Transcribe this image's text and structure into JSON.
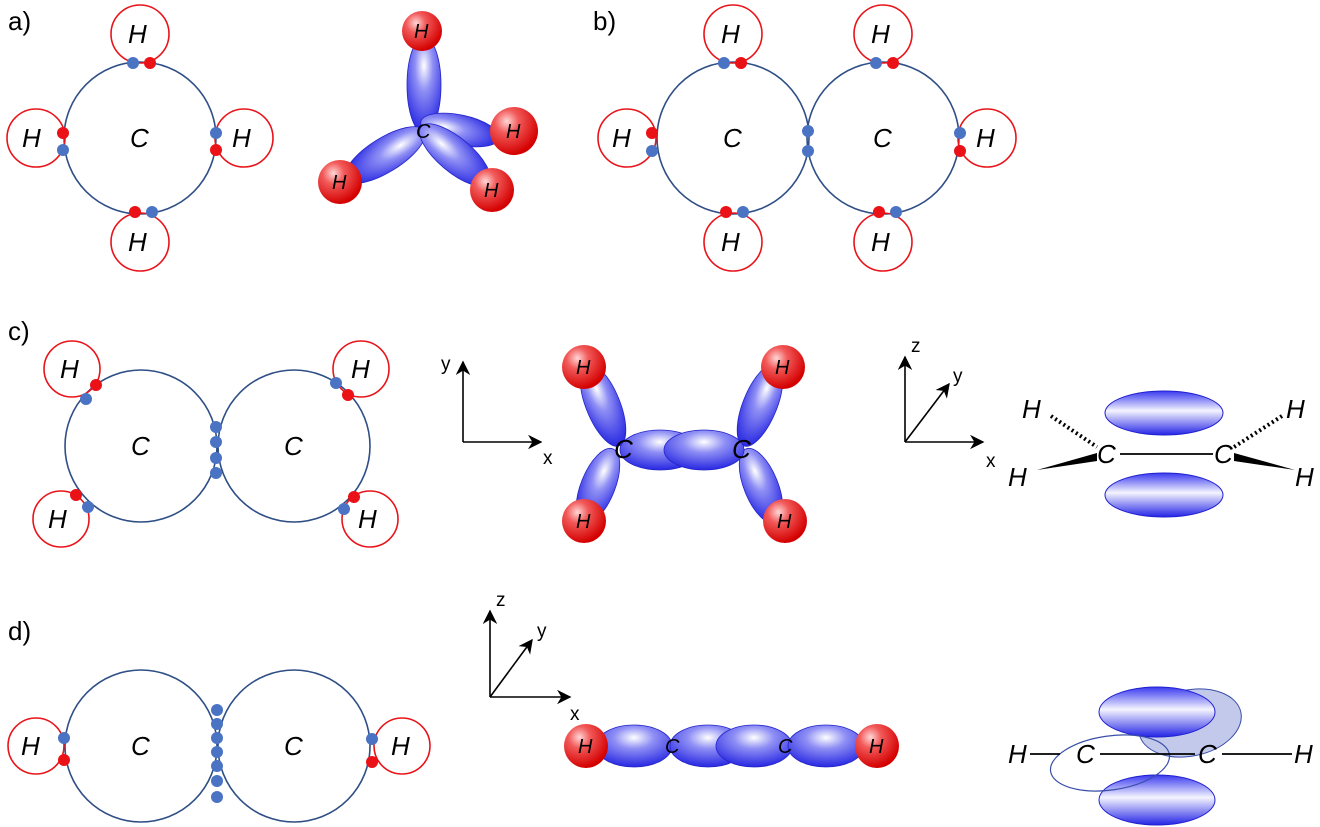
{
  "panels": {
    "a": {
      "label": "a)"
    },
    "b": {
      "label": "b)"
    },
    "c": {
      "label": "c)"
    },
    "d": {
      "label": "d)"
    }
  },
  "atoms": {
    "carbon": "C",
    "hydrogen": "H"
  },
  "axes": {
    "x": "x",
    "y": "y",
    "z": "z"
  },
  "colors": {
    "carbon_shell": "#2f4f86",
    "hydrogen_shell": "#e8141a",
    "carbon_electron": "#4a73c4",
    "hydrogen_electron": "#ea1117",
    "orbital_lobe": "#2b2bf0",
    "hydrogen_sphere": "#e81a1a"
  }
}
